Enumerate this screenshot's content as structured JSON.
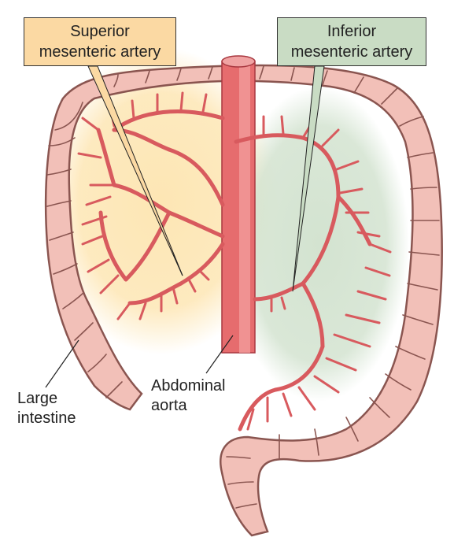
{
  "labels": {
    "superior": [
      "Superior",
      "mesenteric artery"
    ],
    "inferior": [
      "Inferior",
      "mesenteric artery"
    ],
    "large_intestine": [
      "Large",
      "intestine"
    ],
    "aorta": [
      "Abdominal",
      "aorta"
    ]
  },
  "colors": {
    "colon_fill": "#f2c0b8",
    "colon_stroke": "#8a5550",
    "artery": "#e2676a",
    "artery_dark": "#a83840",
    "superior_zone": "#fcdfa8",
    "inferior_zone": "#cfe0cc",
    "superior_box": "#fbd9a3",
    "inferior_box": "#c9dcc4"
  }
}
